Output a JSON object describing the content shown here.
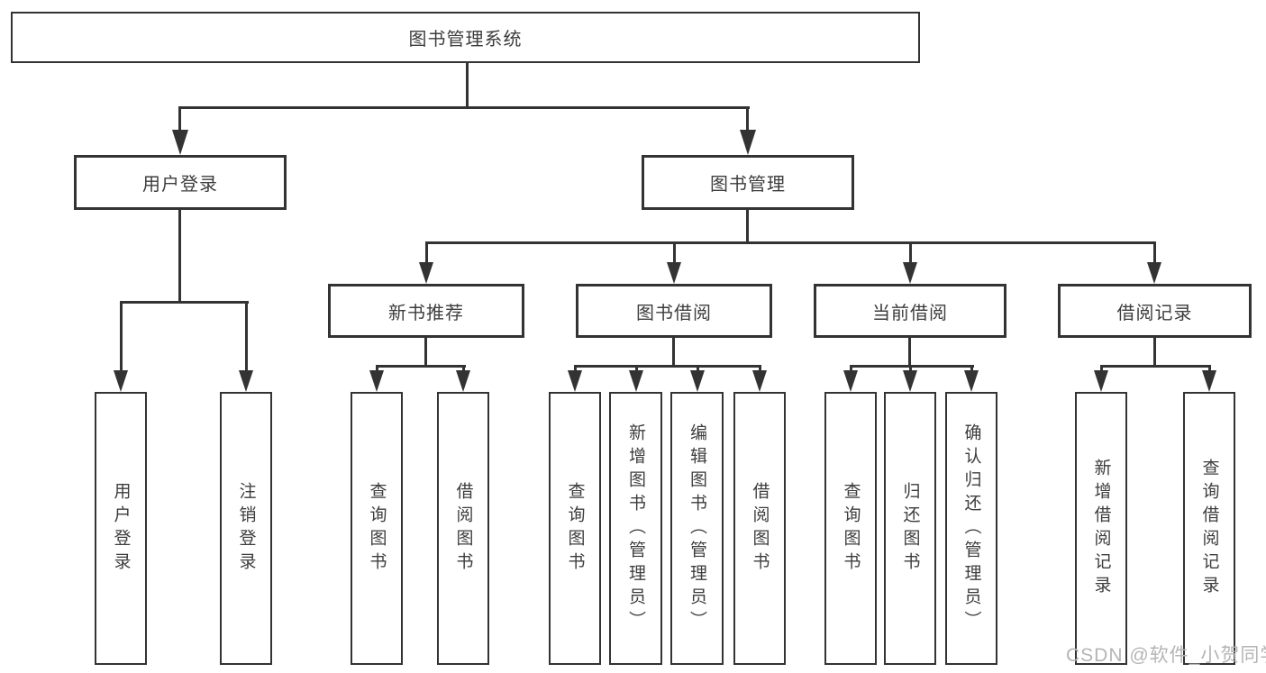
{
  "tree": {
    "root": "图书管理系统",
    "branches": [
      {
        "label": "用户登录",
        "children": [
          "用户登录",
          "注销登录"
        ]
      },
      {
        "label": "图书管理",
        "groups": [
          {
            "label": "新书推荐",
            "children": [
              "查询图书",
              "借阅图书"
            ]
          },
          {
            "label": "图书借阅",
            "children": [
              "查询图书",
              "新增图书（管理员）",
              "编辑图书（管理员）",
              "借阅图书"
            ]
          },
          {
            "label": "当前借阅",
            "children": [
              "查询图书",
              "归还图书",
              "确认归还（管理员）"
            ]
          },
          {
            "label": "借阅记录",
            "children": [
              "新增借阅记录",
              "查询借阅记录"
            ]
          }
        ]
      }
    ]
  },
  "watermark": {
    "text": "CSDN @软件_小贺同学"
  },
  "colors": {
    "line": "#333333",
    "text": "#3d3d3d",
    "watermark": "#b5b5b5",
    "background": "#ffffff"
  }
}
